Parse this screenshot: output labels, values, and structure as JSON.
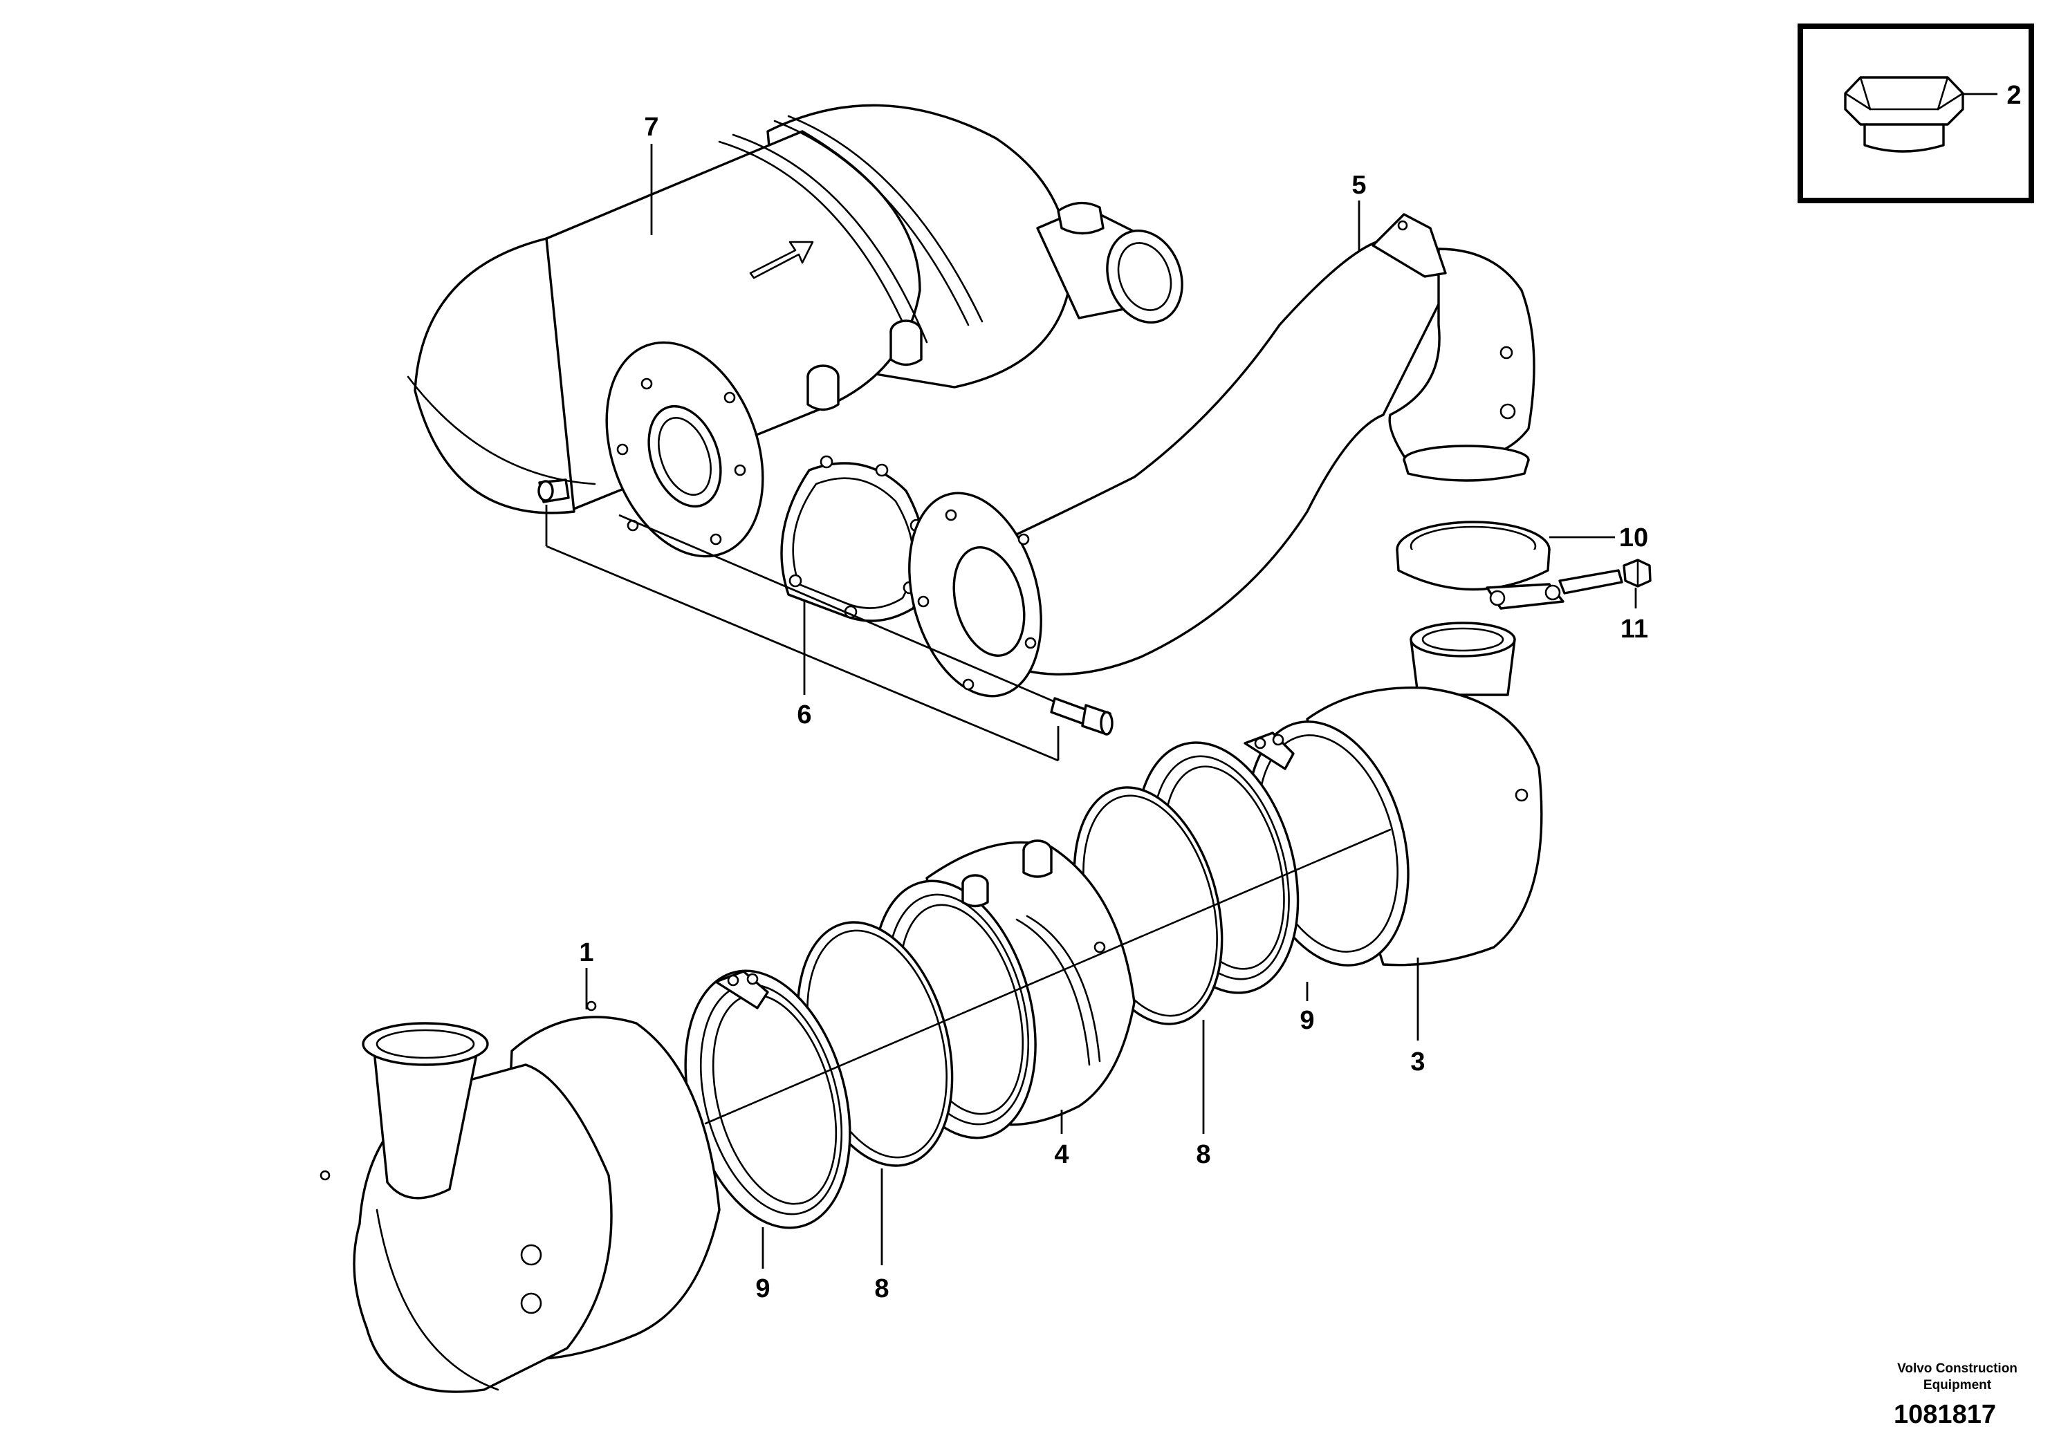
{
  "callouts": {
    "c1": "1",
    "c2": "2",
    "c3": "3",
    "c4": "4",
    "c5": "5",
    "c6": "6",
    "c7": "7",
    "c8a": "8",
    "c8b": "8",
    "c9a": "9",
    "c9b": "9",
    "c10": "10",
    "c11": "11"
  },
  "credit": {
    "line1": "Volvo Construction",
    "line2": "Equipment"
  },
  "reference_number": "1081817"
}
